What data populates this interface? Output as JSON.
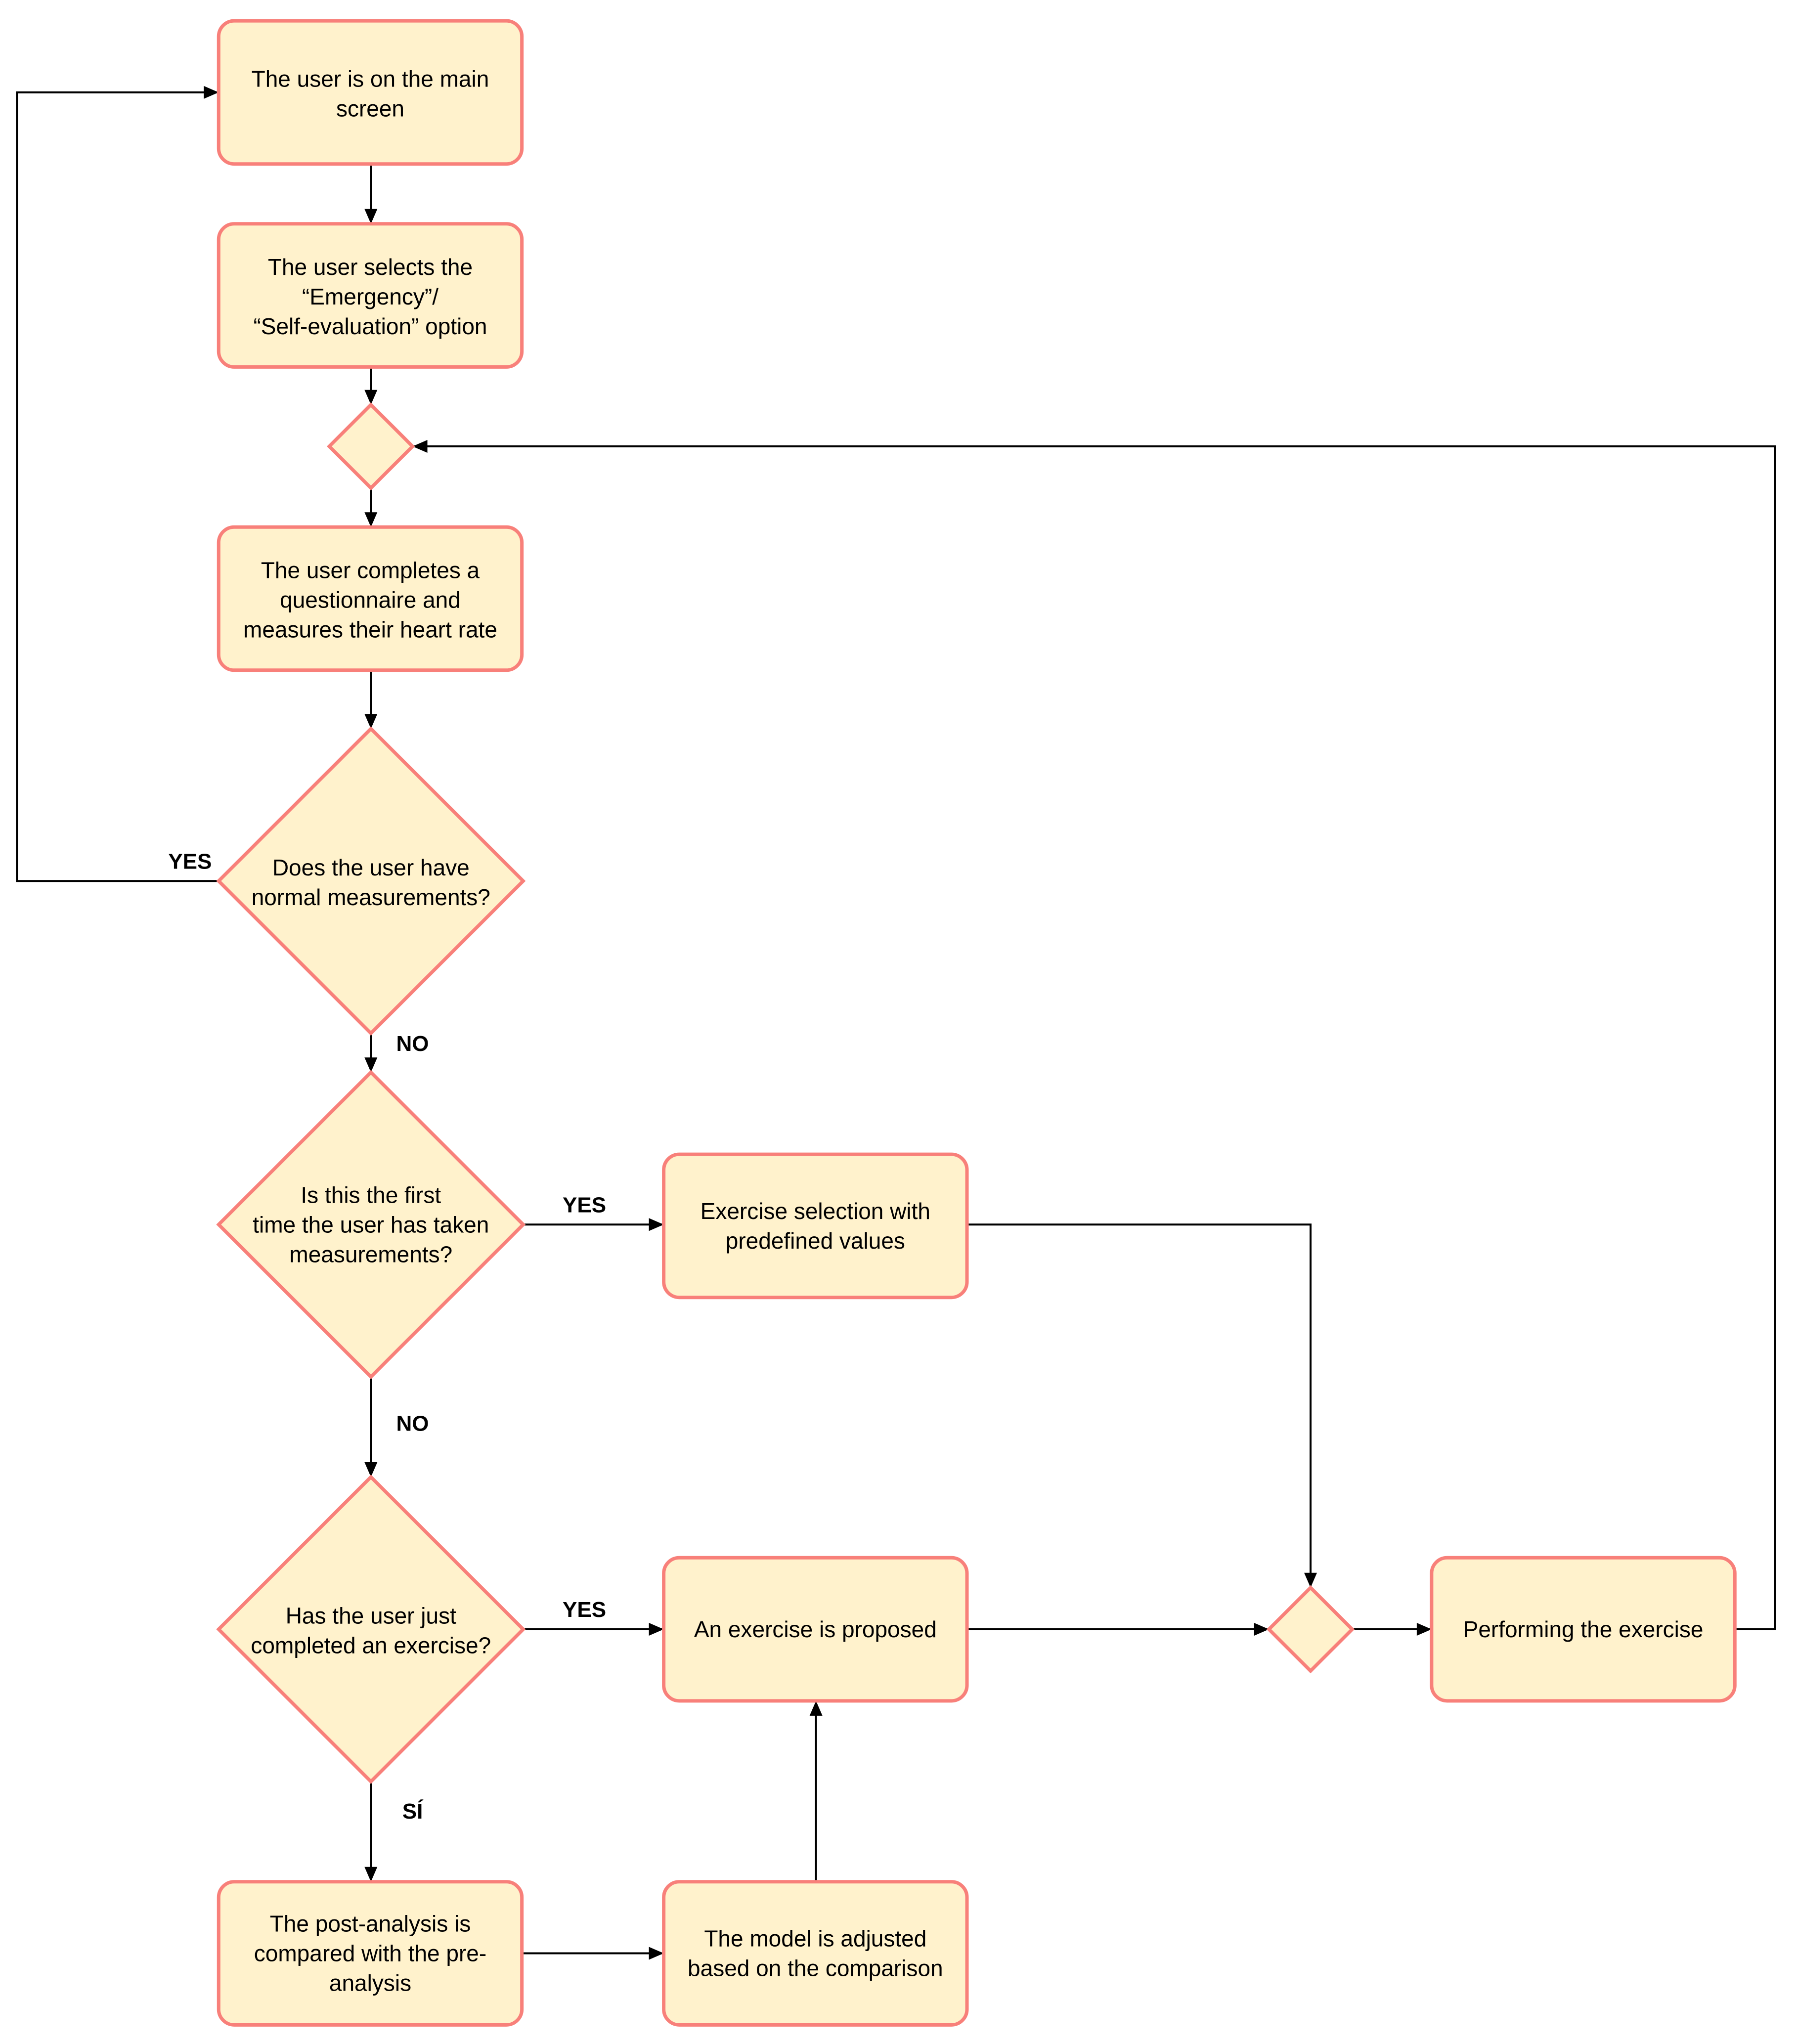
{
  "colors": {
    "node_fill": "#FFF2CC",
    "node_border": "#F8807A",
    "edge": "#000000",
    "text": "#000000"
  },
  "nodes": {
    "main_screen": [
      "The user is on the main",
      "screen"
    ],
    "select_option": [
      "The user selects the",
      "“Emergency”/",
      "“Self-evaluation” option"
    ],
    "merge_top": [],
    "questionnaire": [
      "The user completes a",
      "questionnaire and",
      "measures their heart rate"
    ],
    "normal_measurements": [
      "Does the user have",
      "normal measurements?"
    ],
    "first_time": [
      "Is this the first",
      "time the user has taken",
      "measurements?"
    ],
    "predefined": [
      "Exercise selection with",
      "predefined values"
    ],
    "just_completed": [
      "Has the user just",
      "completed an exercise?"
    ],
    "proposed": [
      "An exercise is proposed"
    ],
    "merge_bottom": [],
    "performing": [
      "Performing the exercise"
    ],
    "compare": [
      "The post-analysis is",
      "compared with the pre-",
      "analysis"
    ],
    "adjust": [
      "The model is adjusted",
      "based on the comparison"
    ]
  },
  "edge_labels": {
    "normal_yes": "YES",
    "normal_no": "NO",
    "first_yes": "YES",
    "first_no": "NO",
    "completed_yes": "YES",
    "completed_si": "SÍ"
  }
}
